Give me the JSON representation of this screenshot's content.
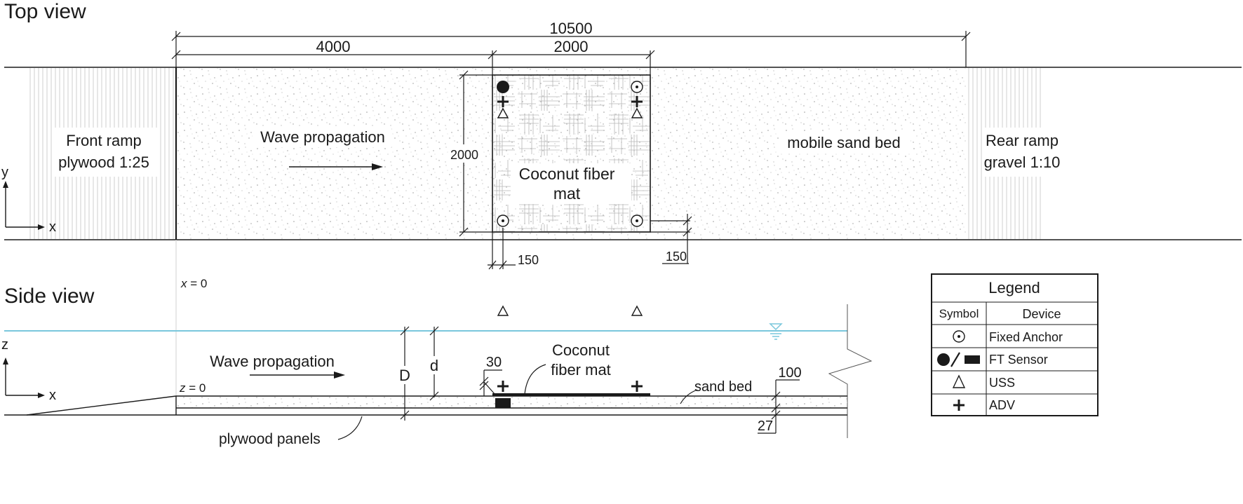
{
  "top_view": {
    "title": "Top view",
    "dimensions": {
      "total_length": "10500",
      "to_mat": "4000",
      "mat_length": "2000",
      "mat_width": "2000",
      "offset_x": "150",
      "offset_y": "150"
    },
    "front_ramp": [
      "Front ramp",
      "plywood 1:25"
    ],
    "rear_ramp": [
      "Rear ramp",
      "gravel 1:10"
    ],
    "wave_label": "Wave propagation",
    "sand_label": "mobile sand bed",
    "mat_label": [
      "Coconut fiber",
      "mat"
    ],
    "axes": {
      "y": "y",
      "x": "x"
    }
  },
  "side_view": {
    "title": "Side view",
    "x_zero": "= 0",
    "x_zero_var": "x",
    "z_zero": "= 0",
    "z_zero_var": "z",
    "wave_label": "Wave propagation",
    "mat_label": [
      "Coconut",
      "fiber mat"
    ],
    "sand_label": "sand bed",
    "plywood_label": "plywood panels",
    "depth_D": "D",
    "depth_d": "d",
    "dim_30": "30",
    "dim_100": "100",
    "dim_27": "27",
    "axes": {
      "z": "z",
      "x": "x"
    }
  },
  "legend": {
    "title": "Legend",
    "header_symbol": "Symbol",
    "header_device": "Device",
    "rows": [
      {
        "symbol": "circle-dot-icon",
        "device": "Fixed Anchor"
      },
      {
        "symbol": "filled-circle-and-square-icon",
        "device": "FT Sensor"
      },
      {
        "symbol": "triangle-icon",
        "device": "USS"
      },
      {
        "symbol": "plus-icon",
        "device": "ADV"
      }
    ]
  },
  "colors": {
    "water_line": "#79c7dc",
    "line": "#1a1a1a",
    "sand_speckle": "#9a9a9a"
  }
}
